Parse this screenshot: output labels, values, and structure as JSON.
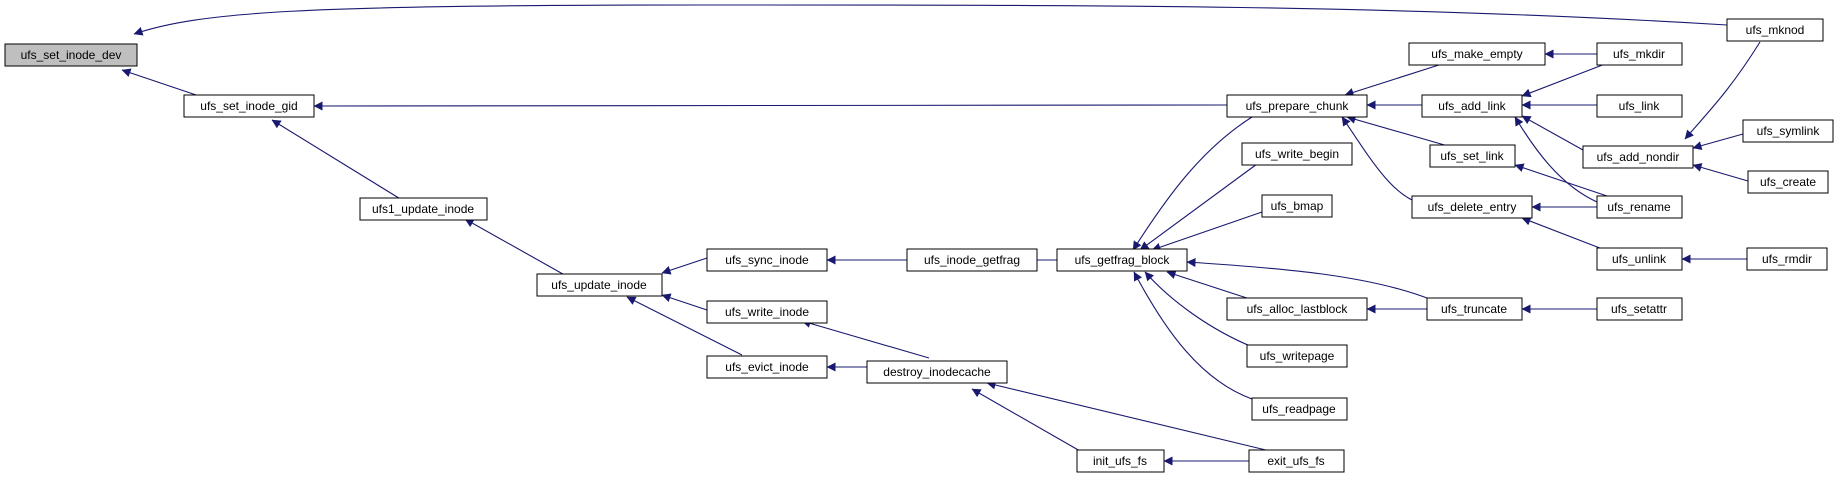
{
  "colors": {
    "edge": "#191970",
    "root_fill": "#bfbfbf",
    "node_fill": "#ffffff",
    "node_border": "#000000"
  },
  "nodes": {
    "ufs_set_inode_dev": "ufs_set_inode_dev",
    "ufs_mknod": "ufs_mknod",
    "ufs_set_inode_gid": "ufs_set_inode_gid",
    "ufs_prepare_chunk": "ufs_prepare_chunk",
    "ufs_make_empty": "ufs_make_empty",
    "ufs_mkdir": "ufs_mkdir",
    "ufs_add_link": "ufs_add_link",
    "ufs_link": "ufs_link",
    "ufs_add_nondir": "ufs_add_nondir",
    "ufs_symlink": "ufs_symlink",
    "ufs_create": "ufs_create",
    "ufs_write_begin": "ufs_write_begin",
    "ufs_set_link": "ufs_set_link",
    "ufs_rename": "ufs_rename",
    "ufs_bmap": "ufs_bmap",
    "ufs_delete_entry": "ufs_delete_entry",
    "ufs_unlink": "ufs_unlink",
    "ufs_rmdir": "ufs_rmdir",
    "ufs1_update_inode": "ufs1_update_inode",
    "ufs_update_inode": "ufs_update_inode",
    "ufs_sync_inode": "ufs_sync_inode",
    "ufs_inode_getfrag": "ufs_inode_getfrag",
    "ufs_getfrag_block": "ufs_getfrag_block",
    "ufs_write_inode": "ufs_write_inode",
    "ufs_alloc_lastblock": "ufs_alloc_lastblock",
    "ufs_truncate": "ufs_truncate",
    "ufs_setattr": "ufs_setattr",
    "ufs_writepage": "ufs_writepage",
    "ufs_evict_inode": "ufs_evict_inode",
    "destroy_inodecache": "destroy_inodecache",
    "ufs_readpage": "ufs_readpage",
    "init_ufs_fs": "init_ufs_fs",
    "exit_ufs_fs": "exit_ufs_fs"
  },
  "edges": [
    [
      "ufs_mknod",
      "ufs_set_inode_dev"
    ],
    [
      "ufs_set_inode_gid",
      "ufs_set_inode_dev"
    ],
    [
      "ufs_prepare_chunk",
      "ufs_set_inode_gid"
    ],
    [
      "ufs1_update_inode",
      "ufs_set_inode_gid"
    ],
    [
      "ufs_update_inode",
      "ufs1_update_inode"
    ],
    [
      "ufs_sync_inode",
      "ufs_update_inode"
    ],
    [
      "ufs_write_inode",
      "ufs_update_inode"
    ],
    [
      "ufs_evict_inode",
      "ufs_update_inode"
    ],
    [
      "ufs_inode_getfrag",
      "ufs_sync_inode"
    ],
    [
      "ufs_getfrag_block",
      "ufs_inode_getfrag"
    ],
    [
      "destroy_inodecache",
      "ufs_write_inode"
    ],
    [
      "destroy_inodecache",
      "ufs_evict_inode"
    ],
    [
      "init_ufs_fs",
      "destroy_inodecache"
    ],
    [
      "exit_ufs_fs",
      "destroy_inodecache"
    ],
    [
      "exit_ufs_fs",
      "init_ufs_fs"
    ],
    [
      "ufs_make_empty",
      "ufs_prepare_chunk"
    ],
    [
      "ufs_add_link",
      "ufs_prepare_chunk"
    ],
    [
      "ufs_set_link",
      "ufs_prepare_chunk"
    ],
    [
      "ufs_delete_entry",
      "ufs_prepare_chunk"
    ],
    [
      "ufs_mkdir",
      "ufs_make_empty"
    ],
    [
      "ufs_mkdir",
      "ufs_add_link"
    ],
    [
      "ufs_link",
      "ufs_add_link"
    ],
    [
      "ufs_add_nondir",
      "ufs_add_link"
    ],
    [
      "ufs_rename",
      "ufs_add_link"
    ],
    [
      "ufs_mknod",
      "ufs_add_nondir"
    ],
    [
      "ufs_symlink",
      "ufs_add_nondir"
    ],
    [
      "ufs_create",
      "ufs_add_nondir"
    ],
    [
      "ufs_rename",
      "ufs_set_link"
    ],
    [
      "ufs_rename",
      "ufs_delete_entry"
    ],
    [
      "ufs_unlink",
      "ufs_delete_entry"
    ],
    [
      "ufs_rmdir",
      "ufs_unlink"
    ],
    [
      "ufs_prepare_chunk",
      "ufs_getfrag_block"
    ],
    [
      "ufs_write_begin",
      "ufs_getfrag_block"
    ],
    [
      "ufs_bmap",
      "ufs_getfrag_block"
    ],
    [
      "ufs_truncate",
      "ufs_getfrag_block"
    ],
    [
      "ufs_alloc_lastblock",
      "ufs_getfrag_block"
    ],
    [
      "ufs_writepage",
      "ufs_getfrag_block"
    ],
    [
      "ufs_readpage",
      "ufs_getfrag_block"
    ],
    [
      "ufs_truncate",
      "ufs_alloc_lastblock"
    ],
    [
      "ufs_setattr",
      "ufs_truncate"
    ]
  ]
}
